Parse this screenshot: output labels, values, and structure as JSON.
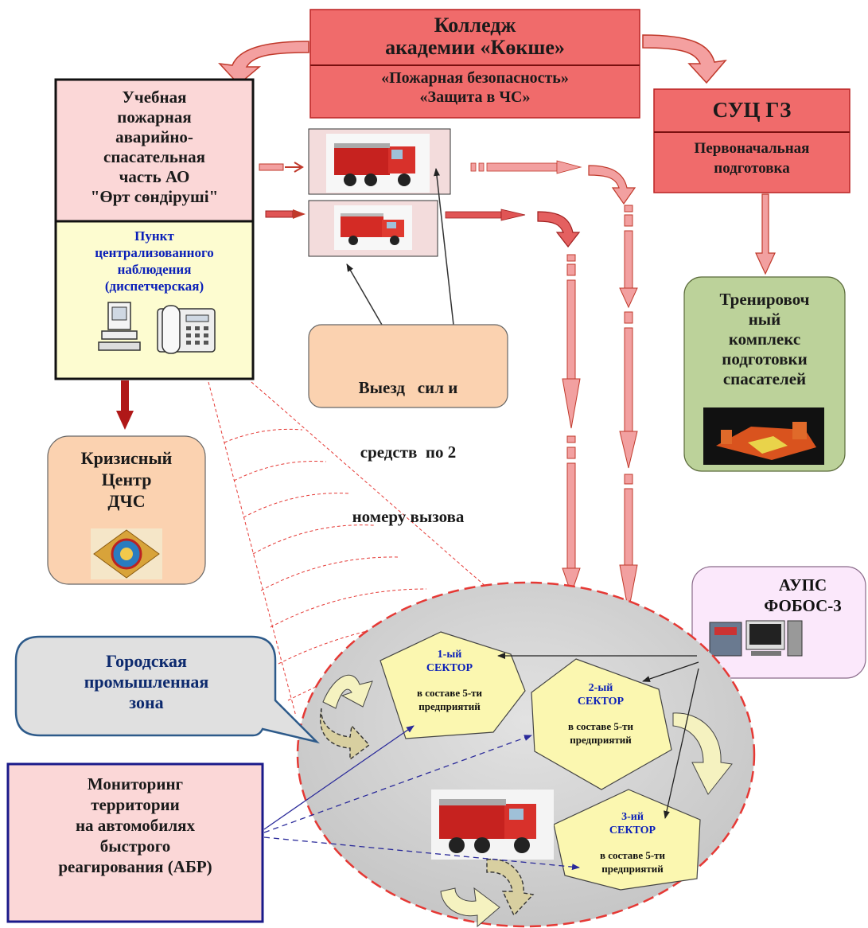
{
  "college": {
    "title_line1": "Колледж",
    "title_line2": "академии «Көкше»",
    "spec_line1": "«Пожарная безопасность»",
    "spec_line2": "«Защита в ЧС»"
  },
  "suc": {
    "title": "СУЦ ГЗ",
    "subtitle_line1": "Первоначальная",
    "subtitle_line2": "подготовка"
  },
  "fire_unit": {
    "line1": "Учебная",
    "line2": "пожарная",
    "line3": "аварийно-",
    "line4": "спасательная",
    "line5": "часть АО",
    "line6": "\"Өрт сөндіруші\""
  },
  "dispatch": {
    "line1": "Пункт",
    "line2": "централизованного",
    "line3": "наблюдения",
    "line4": "(диспетчерская)"
  },
  "crisis": {
    "line1": "Кризисный",
    "line2": "Центр",
    "line3": "ДЧС"
  },
  "departure": {
    "line1": "Выезд   сил и",
    "line2": "средств  по 2",
    "line3": "номеру вызова"
  },
  "training": {
    "line1": "Тренировоч",
    "line2": "ный",
    "line3": "комплекс",
    "line4": "подготовки",
    "line5": "спасателей"
  },
  "aups": {
    "line1": "АУПС",
    "line2": "ФОБОС-3"
  },
  "industrial_zone": {
    "line1": "Городская",
    "line2": "промышленная",
    "line3": "зона"
  },
  "monitoring": {
    "line1": "Мониторинг",
    "line2": "территории",
    "line3": "на автомобилях",
    "line4": "быстрого",
    "line5": "реагирования (АБР)"
  },
  "sectors": [
    {
      "title_line1": "1-ый",
      "title_line2": "СЕКТОР",
      "desc_line1": "в составе 5-ти",
      "desc_line2": "предприятий"
    },
    {
      "title_line1": "2-ый",
      "title_line2": "СЕКТОР",
      "desc_line1": "в составе 5-ти",
      "desc_line2": "предприятий"
    },
    {
      "title_line1": "3-ий",
      "title_line2": "СЕКТОР",
      "desc_line1": "в составе 5-ти",
      "desc_line2": "предприятий"
    }
  ],
  "colors": {
    "red_box": "#f06b6b",
    "pink_box": "#fbd7d7",
    "yellow_box": "#fdfcd0",
    "peach_box": "#fbd2b0",
    "green_box": "#bcd29a",
    "lavender_box": "#fbe8fb",
    "grey_zone": "#d4d4d4",
    "sector_fill": "#fbf7b0",
    "arrow_fill": "#f2a0a0",
    "arrow_stroke": "#c0392b",
    "dark_red": "#b01818",
    "blue_text": "#0a1fb8"
  }
}
